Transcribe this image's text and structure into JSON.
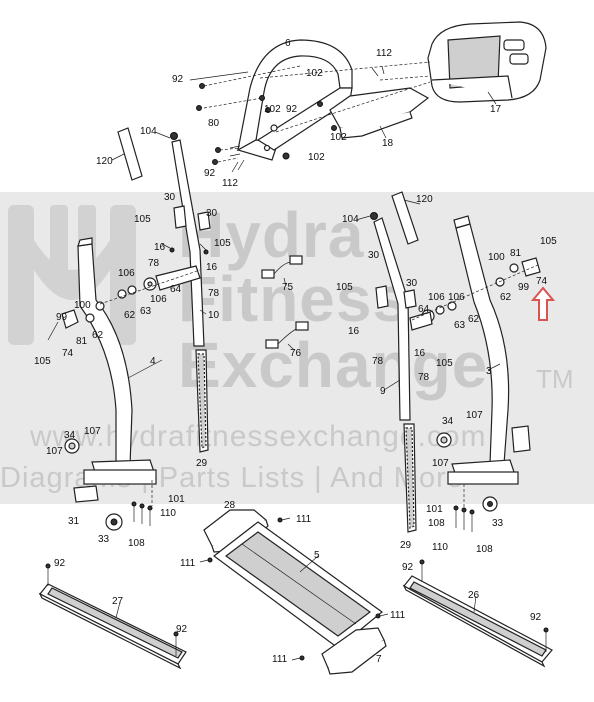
{
  "watermark": {
    "line1": "Hydra",
    "line2": "Fitness",
    "line3": "Exchange",
    "tm": "TM",
    "url": "www.hydrafitnessexchange.com",
    "tagline": "Diagrams | Parts Lists | And More"
  },
  "callouts": {
    "c1": "6",
    "c2": "112",
    "c3": "92",
    "c4": "102",
    "c5": "102",
    "c6": "92",
    "c7": "17",
    "c8": "104",
    "c9": "80",
    "c10": "102",
    "c11": "18",
    "c12": "120",
    "c13": "92",
    "c14": "112",
    "c15": "102",
    "c16": "30",
    "c17": "30",
    "c18": "105",
    "c19": "16",
    "c20": "105",
    "c21": "16",
    "c22": "78",
    "c23": "106",
    "c24": "106",
    "c25": "64",
    "c26": "63",
    "c27": "62",
    "c28": "75",
    "c29": "78",
    "c30": "100",
    "c31": "99",
    "c32": "62",
    "c33": "81",
    "c34": "74",
    "c35": "105",
    "c36": "10",
    "c37": "76",
    "c38": "4",
    "c39": "34",
    "c40": "107",
    "c41": "107",
    "c42": "29",
    "c43": "31",
    "c44": "101",
    "c45": "110",
    "c46": "33",
    "c47": "108",
    "c48": "104",
    "c49": "120",
    "c50": "30",
    "c51": "30",
    "c52": "105",
    "c53": "16",
    "c54": "64",
    "c55": "106",
    "c56": "106",
    "c57": "63",
    "c58": "62",
    "c59": "81",
    "c60": "100",
    "c61": "105",
    "c62": "74",
    "c63": "62",
    "c64": "99",
    "c65": "16",
    "c66": "105",
    "c67": "78",
    "c68": "78",
    "c69": "9",
    "c70": "3",
    "c71": "34",
    "c72": "107",
    "c73": "107",
    "c74": "29",
    "c75": "101",
    "c76": "108",
    "c77": "33",
    "c78": "110",
    "c79": "108",
    "c80": "28",
    "c81": "111",
    "c82": "111",
    "c83": "5",
    "c84": "111",
    "c85": "111",
    "c86": "7",
    "c87": "92",
    "c88": "27",
    "c89": "92",
    "c90": "92",
    "c91": "26",
    "c92": "92"
  }
}
